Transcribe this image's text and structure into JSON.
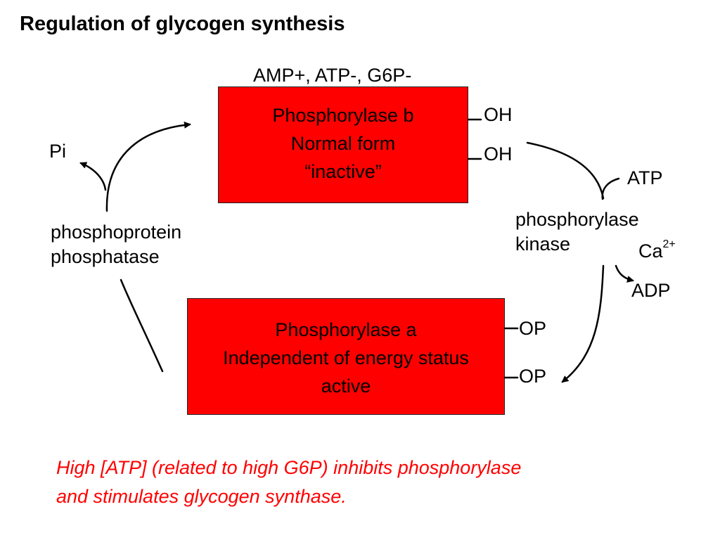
{
  "title": "Regulation of glycogen synthesis",
  "effectors": "AMP+, ATP-, G6P-",
  "colors": {
    "box_fill": "#ff0000",
    "note_text": "#ff0000",
    "text": "#000000"
  },
  "box_b": {
    "lines": [
      "Phosphorylase b",
      "Normal form",
      "“inactive”"
    ],
    "groups": [
      "OH",
      "OH"
    ]
  },
  "box_a": {
    "lines": [
      "Phosphorylase a",
      "Independent of energy status",
      "active"
    ],
    "groups": [
      "OP",
      "OP"
    ]
  },
  "left_enzyme": {
    "line1": "phosphoprotein",
    "line2": "phosphatase",
    "product": "Pi"
  },
  "right_enzyme": {
    "line1": "phosphorylase",
    "line2": "kinase",
    "substrate": "ATP",
    "cofactor_base": "Ca",
    "cofactor_charge": "2+",
    "product": "ADP"
  },
  "note": {
    "line1": "High [ATP] (related to high G6P) inhibits phosphorylase",
    "line2": "and stimulates glycogen synthase."
  }
}
